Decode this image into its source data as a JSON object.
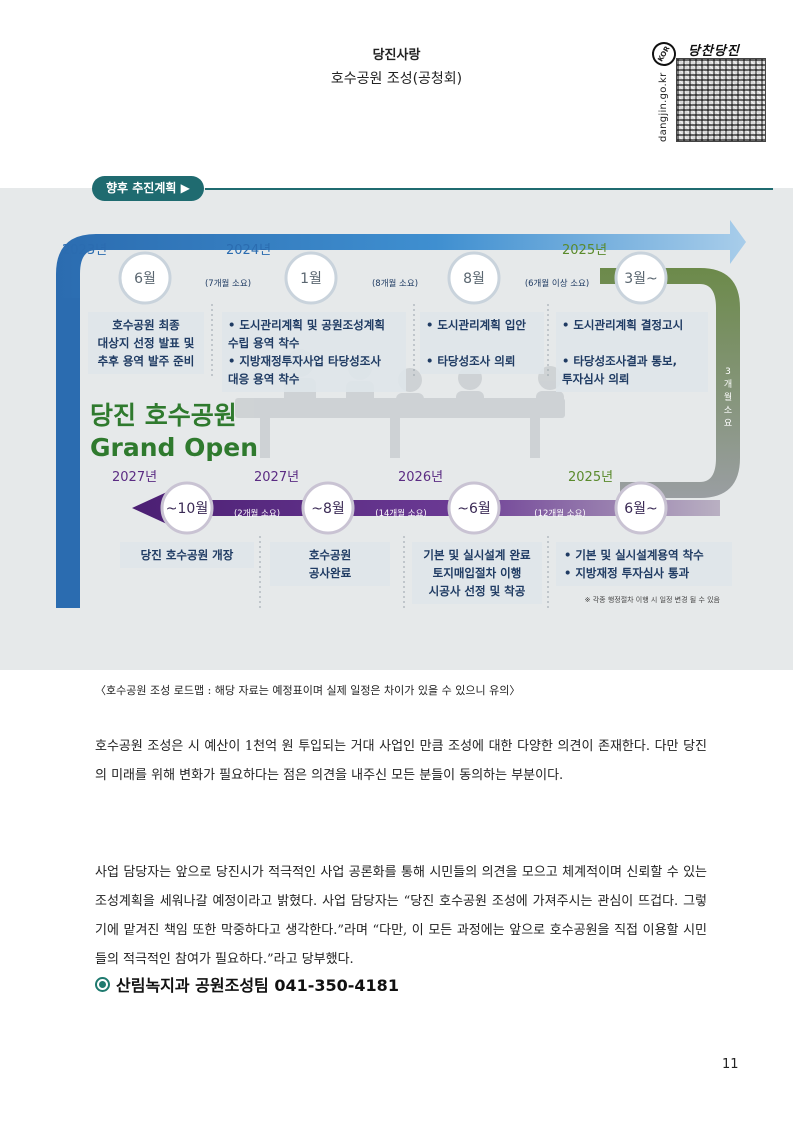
{
  "header": {
    "title": "당진사랑",
    "subtitle": "호수공원 조성(공청회)",
    "logo_text": "당찬당진",
    "kor_badge": "KOR",
    "url": "dangjin.go.kr"
  },
  "figure": {
    "section_tag": "향후 추진계획 ▶",
    "years_top": [
      "2023년",
      "2024년",
      "2025년"
    ],
    "years_bottom": [
      "2027년",
      "2027년",
      "2026년",
      "2025년"
    ],
    "top_nodes": [
      "6월",
      "1월",
      "8월",
      "3월~"
    ],
    "top_durations": [
      "(7개월 소요)",
      "(8개월 소요)",
      "(6개월 이상 소요)"
    ],
    "top_tasks": [
      [
        "호수공원 최종",
        "대상지 선정 발표 및",
        "추후 용역 발주 준비"
      ],
      [
        "• 도시관리계획 및 공원조성계획",
        "  수립 용역 착수",
        "• 지방재정투자사업 타당성조사",
        "  대응 용역 착수"
      ],
      [
        "• 도시관리계획 입안",
        "",
        "• 타당성조사 의뢰"
      ],
      [
        "• 도시관리계획 결정고시",
        "",
        "• 타당성조사결과 통보,",
        "  투자심사 의뢰"
      ]
    ],
    "side_duration": "3개월소요",
    "grand_open_line1": "당진 호수공원",
    "grand_open_line2": "Grand Open",
    "bottom_nodes": [
      "~10월",
      "~8월",
      "~6월",
      "6월~"
    ],
    "bottom_durations": [
      "(2개월 소요)",
      "(14개월 소요)",
      "(12개월 소요)"
    ],
    "bottom_tasks": [
      [
        "당진 호수공원 개장"
      ],
      [
        "호수공원",
        "공사완료"
      ],
      [
        "기본 및 실시설계 완료",
        "토지매입절차 이행",
        "시공사 선정 및 착공"
      ],
      [
        "• 기본 및 실시설계용역 착수",
        "• 지방재정 투자심사 통과"
      ]
    ],
    "footnote": "※ 각종 행정절차 이행 시 일정 변경 될 수 있음",
    "colors": {
      "blue": "#2b6cb0",
      "purple": "#5b2c83",
      "green": "#5a8a2c",
      "teal": "#1f6b70",
      "gray": "#8d9196"
    }
  },
  "caption": "〈호수공원 조성 로드맵 : 해당 자료는 예정표이며 실제 일정은 차이가 있을 수 있으니 유의〉",
  "paragraphs": [
    "호수공원 조성은 시 예산이 1천억 원 투입되는 거대 사업인 만큼 조성에 대한 다양한 의견이 존재한다. 다만 당진의 미래를 위해 변화가 필요하다는 점은 의견을 내주신 모든 분들이 동의하는 부분이다.",
    "사업 담당자는 앞으로 당진시가 적극적인 사업 공론화를 통해 시민들의 의견을 모으고 체계적이며 신뢰할 수 있는 조성계획을 세워나갈 예정이라고 밝혔다. 사업 담당자는 “당진 호수공원 조성에 가져주시는 관심이 뜨겁다. 그렇기에 맡겨진 책임 또한 막중하다고 생각한다.”라며 “다만, 이 모든 과정에는 앞으로 호수공원을 직접 이용할 시민들의 적극적인 참여가 필요하다.”라고 당부했다."
  ],
  "contact": "산림녹지과 공원조성팀 041-350-4181",
  "page_number": "11"
}
